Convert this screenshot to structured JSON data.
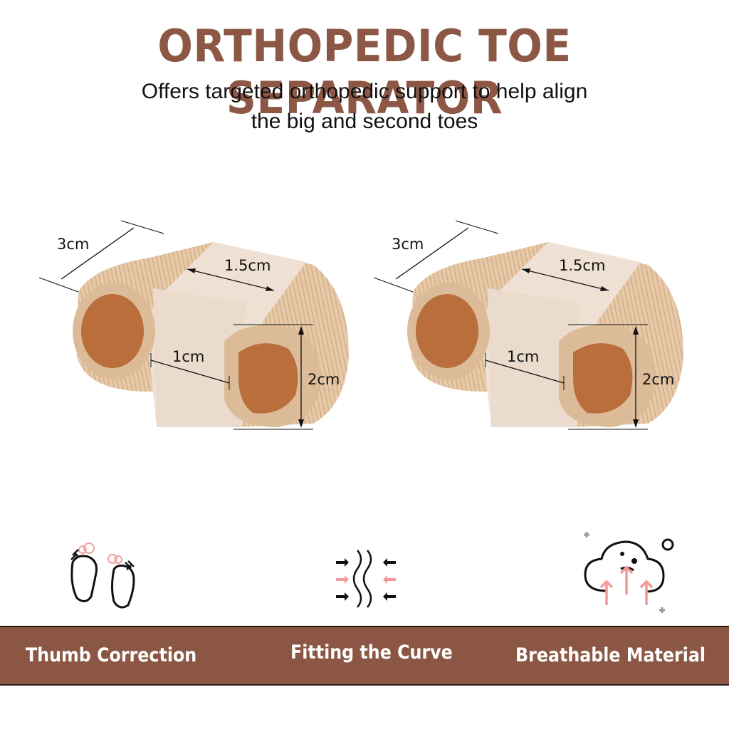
{
  "header": {
    "title": "ORTHOPEDIC TOE SEPARATOR",
    "subtitle_line1": "Offers targeted orthopedic support to help align",
    "subtitle_line2": "the big and second toes"
  },
  "colors": {
    "brand_brown": "#8b5744",
    "fabric_beige": "#e7c9a8",
    "gel_beige": "#efe2d6",
    "accent_pink": "#f29a9a"
  },
  "products": [
    {
      "name": "toe-separator-view-left",
      "dimensions": {
        "length": "3cm",
        "top_width": "1.5cm",
        "gap_width": "1cm",
        "height": "2cm"
      }
    },
    {
      "name": "toe-separator-view-right",
      "dimensions": {
        "length": "3cm",
        "top_width": "1.5cm",
        "gap_width": "1cm",
        "height": "2cm"
      }
    }
  ],
  "features": [
    {
      "icon": "feet-icon",
      "label": "Thumb Correction"
    },
    {
      "icon": "wave-compression-icon",
      "label": "Fitting the Curve"
    },
    {
      "icon": "breathable-cloud-icon",
      "label": "Breathable Material"
    }
  ]
}
